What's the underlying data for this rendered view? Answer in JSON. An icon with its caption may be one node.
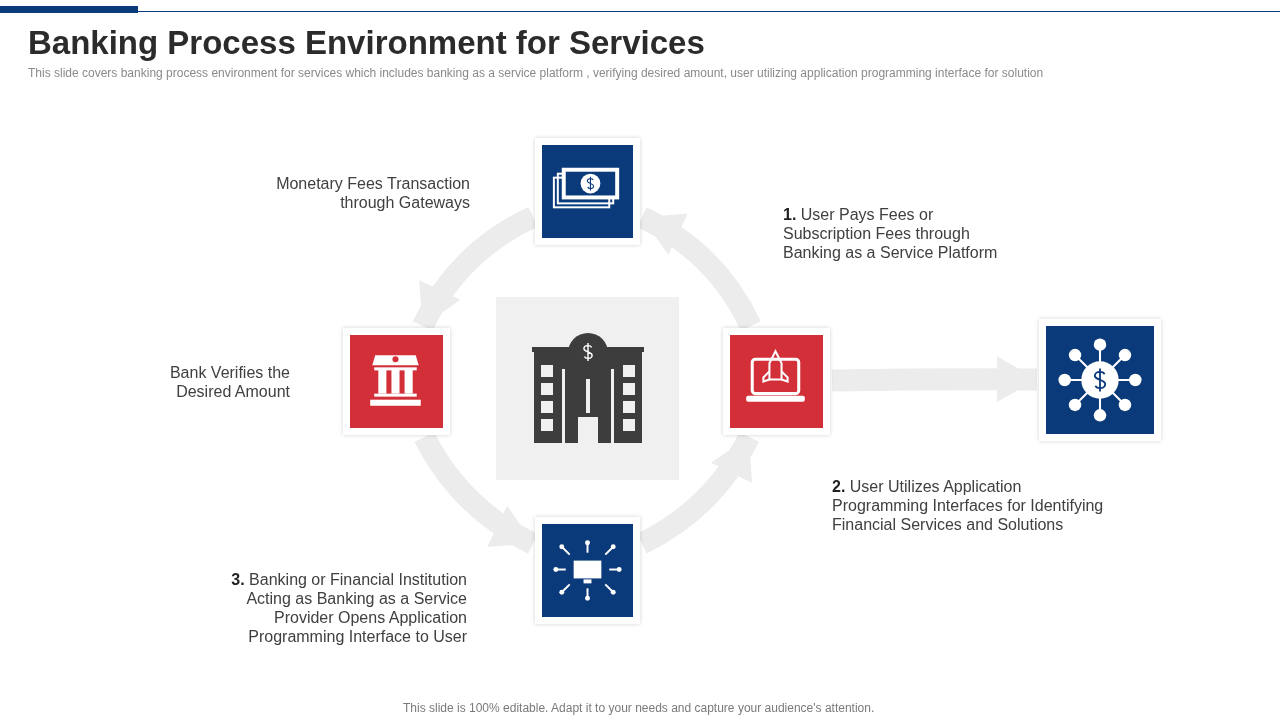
{
  "diagram": {
    "title": "Banking Process Environment for Services",
    "nodes": [
      {
        "text": [],
        "shape": "box"
      },
      {
        "text": [],
        "shape": "box"
      },
      {
        "text": [],
        "shape": "box"
      },
      {
        "text": [],
        "shape": "box"
      },
      {
        "text": [],
        "shape": "box"
      },
      {
        "text": [],
        "shape": "box"
      }
    ],
    "edges": [
      {
        "from": 3,
        "to": 0,
        "arrow": "to"
      },
      {
        "from": 0,
        "to": 1,
        "arrow": "to"
      },
      {
        "from": 1,
        "to": 5,
        "arrow": "to"
      },
      {
        "from": 5,
        "to": 3,
        "arrow": "to"
      },
      {
        "from": 3,
        "to": 4,
        "arrow": "to"
      }
    ],
    "labels": [
      "This slide covers banking process environment for services which includes banking as a service platform , verifying desired amount, user utilizing application programming interface for solution",
      "Monetary Fees Transaction through Gateways",
      "**1.** User Pays Fees or Subscription Fees through Banking as a Service Platform",
      "Bank Verifies the Desired Amount",
      "**2.** User Utilizes Application Programming Interfaces for Identifying Financial Services and Solutions",
      "**3.** Banking or Financial Institution Acting as Banking as a Service Provider Opens Application Programming Interface to User",
      "This slide is 100% editable. Adapt it to your needs and capture your audience's attention."
    ]
  }
}
